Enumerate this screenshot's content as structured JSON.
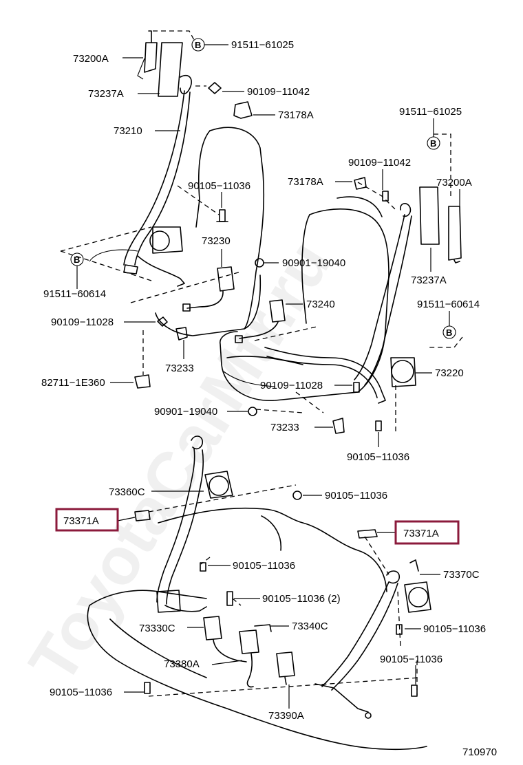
{
  "watermark": "ToyotaCarMtr.ru",
  "diagram_id": "710970",
  "callout_symbol": "B",
  "labels": {
    "p73200A_l": "73200A",
    "p91511_61025_l": "91511−61025",
    "p73237A_l": "73237A",
    "p90109_11042_l": "90109−11042",
    "p73178A_l": "73178A",
    "p73210": "73210",
    "p91511_61025_r": "91511−61025",
    "p90109_11042_r": "90109−11042",
    "p73178A_r": "73178A",
    "p73200A_r": "73200A",
    "p90105_11036_a": "90105−11036",
    "p73230": "73230",
    "p90901_19040_a": "90901−19040",
    "p91511_60614_l": "91511−60614",
    "p73237A_r": "73237A",
    "p73240": "73240",
    "p91511_60614_r": "91511−60614",
    "p90109_11028_l": "90109−11028",
    "p73233_l": "73233",
    "p73220": "73220",
    "p82711": "82711−1E360",
    "p90109_11028_r": "90109−11028",
    "p90901_19040_b": "90901−19040",
    "p73233_r": "73233",
    "p90105_11036_b": "90105−11036",
    "p73360C": "73360C",
    "p90105_11036_c": "90105−11036",
    "p73371A_l": "73371A",
    "p73371A_r": "73371A",
    "p90105_11036_d": "90105−11036",
    "p73370C": "73370C",
    "p90105_11036_2": "90105−11036 (2)",
    "p73330C": "73330C",
    "p73340C": "73340C",
    "p90105_11036_e": "90105−11036",
    "p73380A": "73380A",
    "p90105_11036_f": "90105−11036",
    "p90105_11036_g": "90105−11036",
    "p73390A": "73390A"
  },
  "colors": {
    "highlight": "#8b1a3b",
    "ink": "#000000",
    "watermark": "#c8c8c8"
  }
}
